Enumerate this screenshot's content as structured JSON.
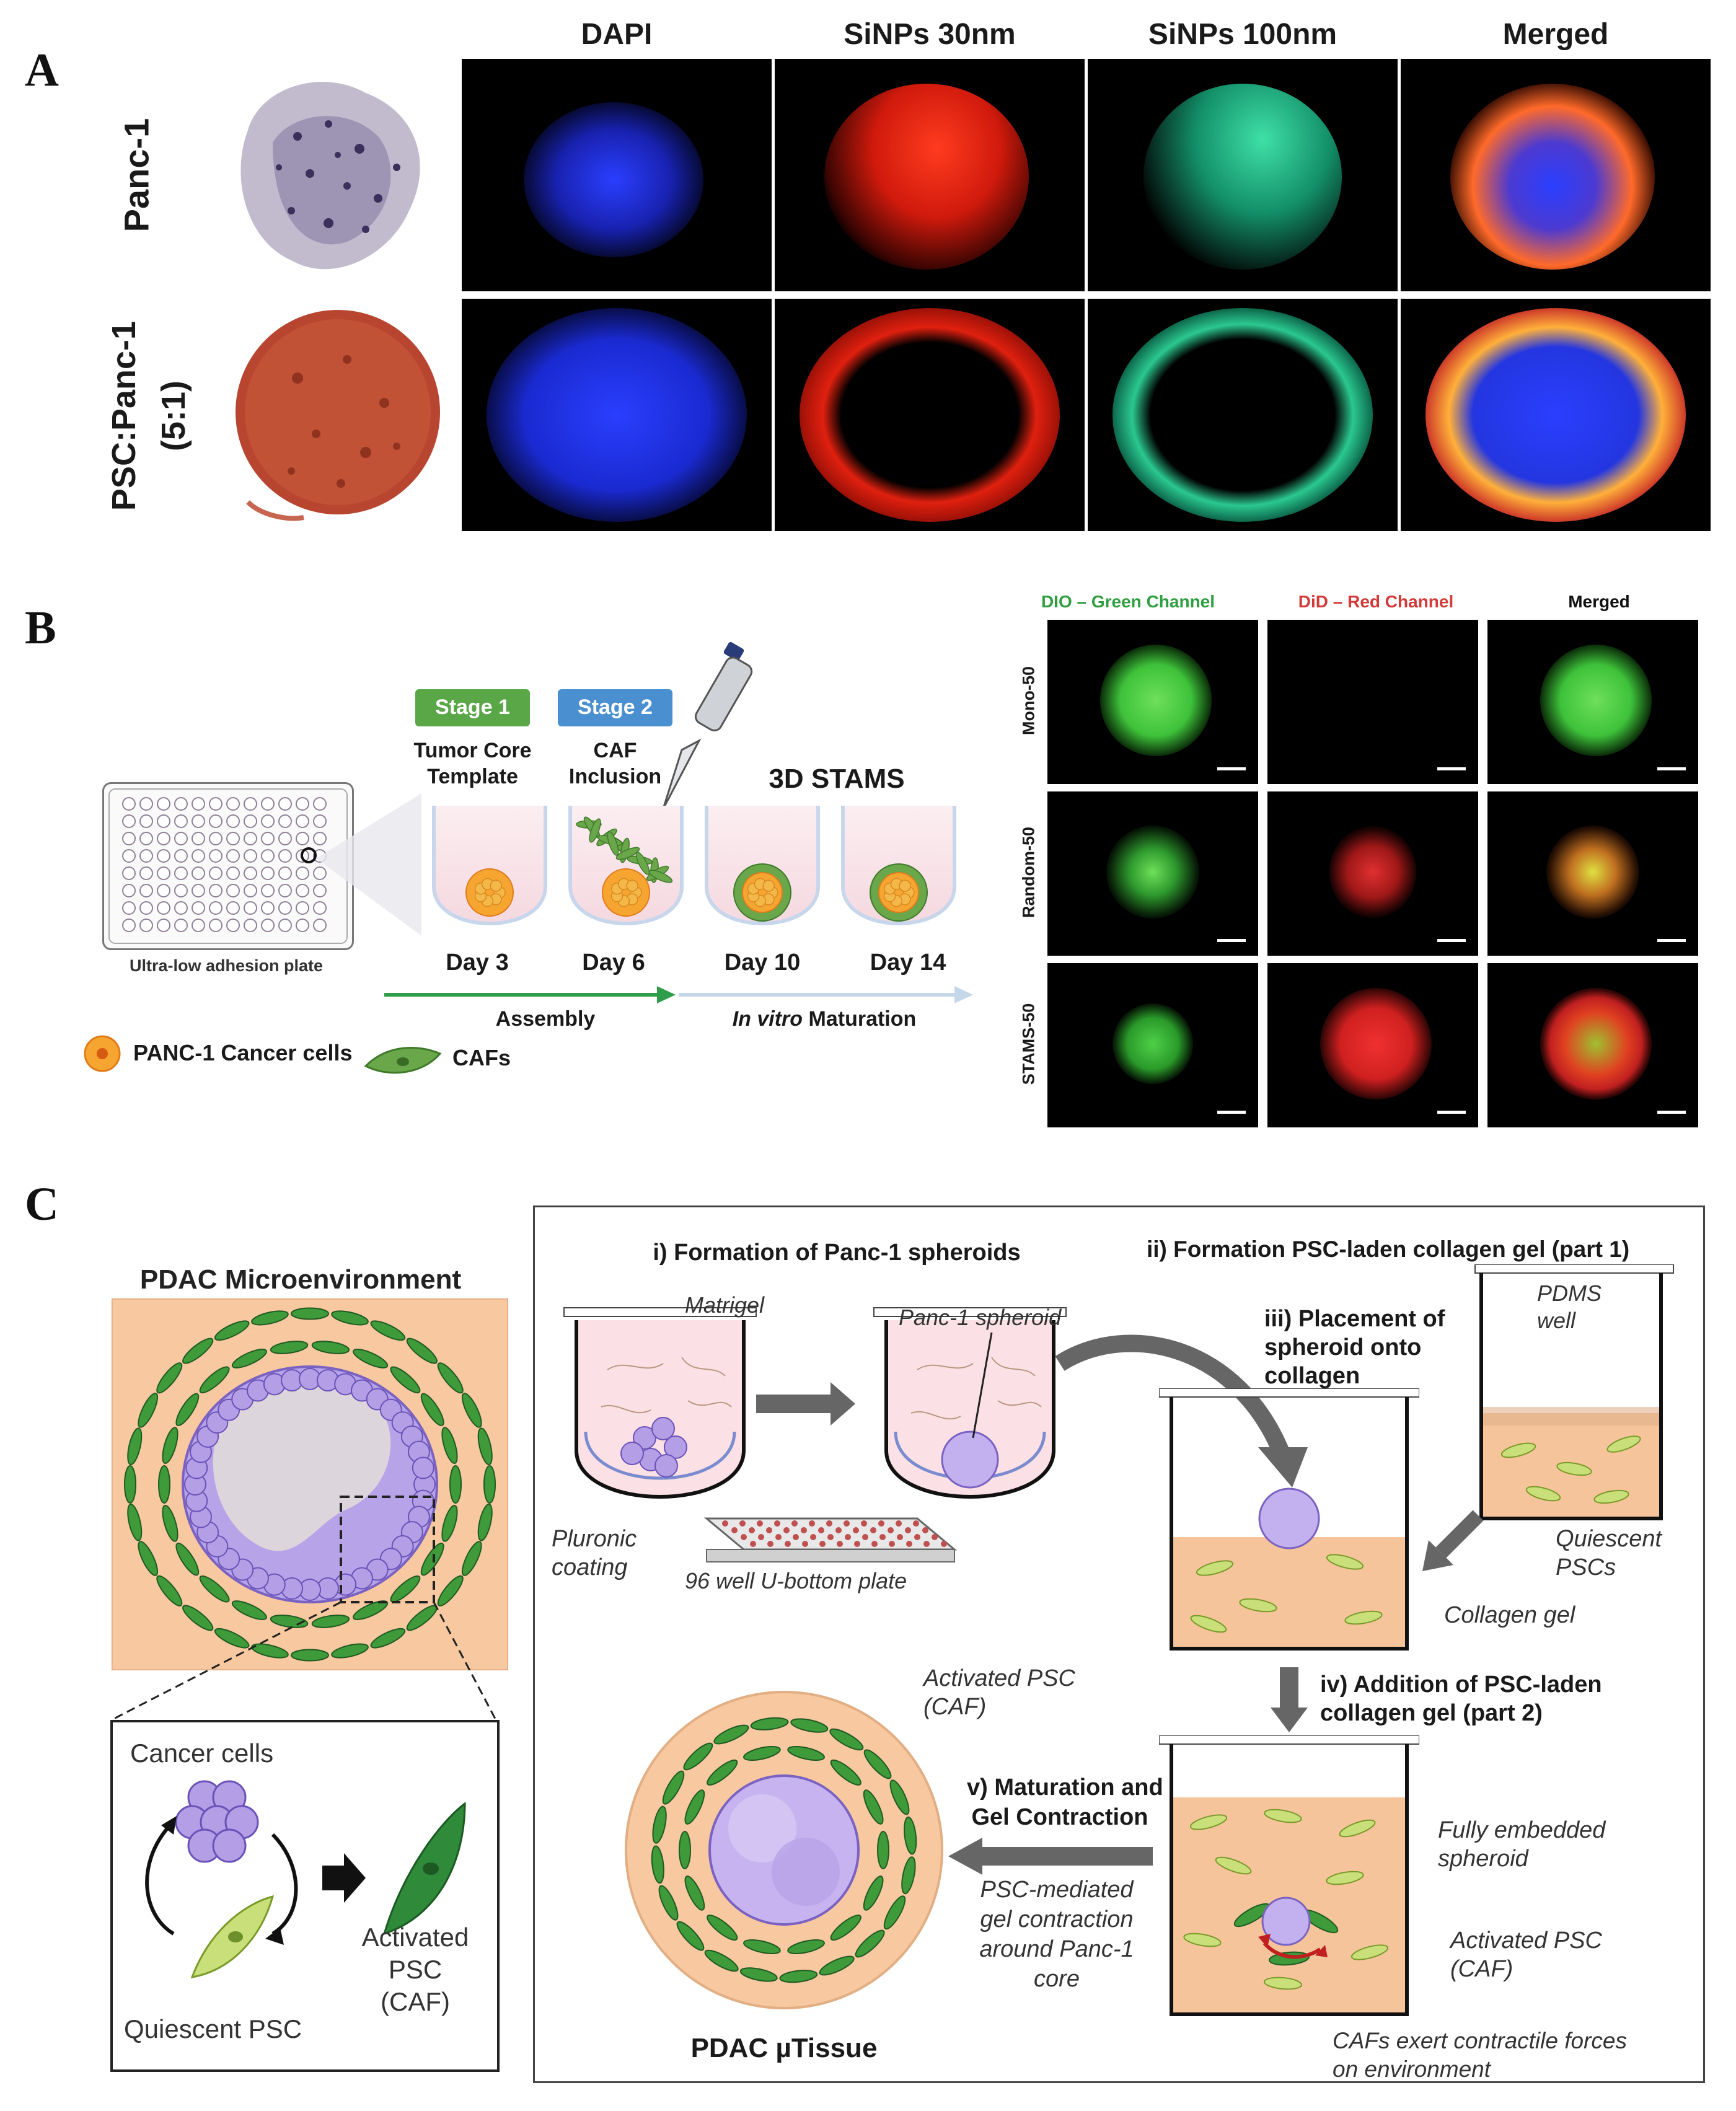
{
  "panel_letters": [
    "A",
    "B",
    "C"
  ],
  "panelA": {
    "columns": [
      "DAPI",
      "SiNPs 30nm",
      "SiNPs 100nm",
      "Merged"
    ],
    "rows": [
      {
        "label_lines": [
          "Panc-1"
        ]
      },
      {
        "label_lines": [
          "PSC:Panc-1",
          "(5:1)"
        ]
      }
    ]
  },
  "panelB": {
    "stage1": {
      "badge": "Stage 1",
      "caption_lines": [
        "Tumor Core",
        "Template"
      ]
    },
    "stage2": {
      "badge": "Stage 2",
      "caption_lines": [
        "CAF",
        "Inclusion"
      ]
    },
    "stams_title": "3D STAMS",
    "plate_label": "Ultra-low adhesion plate",
    "days": [
      "Day 3",
      "Day 6",
      "Day 10",
      "Day 14"
    ],
    "assembly_label": "Assembly",
    "maturation_italic": "In vitro",
    "maturation_rest": " Maturation",
    "legend": {
      "cancer": "PANC-1 Cancer cells",
      "caf": "CAFs"
    },
    "micro_columns": [
      "DIO – Green Channel",
      "DiD – Red Channel",
      "Merged"
    ],
    "micro_rows": [
      "Mono-50",
      "Random-50",
      "STAMS-50"
    ],
    "colors": {
      "stage1": "#5aa747",
      "stage2": "#4a8fcf",
      "dio": "#2e9e3f",
      "did": "#d43a3a"
    }
  },
  "panelC": {
    "pdac_title": "PDAC Microenvironment",
    "inset": {
      "cancer": "Cancer cells",
      "quiescent": "Quiescent PSC",
      "activated_lines": [
        "Activated",
        "PSC",
        "(CAF)"
      ]
    },
    "step1": "i) Formation of Panc-1 spheroids",
    "matrigel": "Matrigel",
    "spheroid": "Panc-1 spheroid",
    "pluronic_lines": [
      "Pluronic",
      "coating"
    ],
    "plate96": "96 well U-bottom plate",
    "step2": "ii) Formation PSC-laden collagen gel (part 1)",
    "step3_lines": [
      "iii) Placement of",
      "spheroid onto",
      "collagen"
    ],
    "pdms_lines": [
      "PDMS",
      "well"
    ],
    "quiescent_lines": [
      "Quiescent",
      "PSCs"
    ],
    "collagen_gel": "Collagen gel",
    "step4_lines": [
      "iv) Addition of PSC-laden",
      "collagen gel (part 2)"
    ],
    "embedded_lines": [
      "Fully embedded",
      "spheroid"
    ],
    "activated_psc_lines": [
      "Activated PSC",
      "(CAF)"
    ],
    "caf_force_lines": [
      "CAFs exert contractile forces",
      "on environment"
    ],
    "step5_lines": [
      "v) Maturation and",
      "Gel Contraction"
    ],
    "psc_mediated_lines": [
      "PSC-mediated",
      "gel contraction",
      "around Panc-1",
      "core"
    ],
    "activated_top_lines": [
      "Activated PSC",
      "(CAF)"
    ],
    "tissue_title": "PDAC µTissue"
  }
}
